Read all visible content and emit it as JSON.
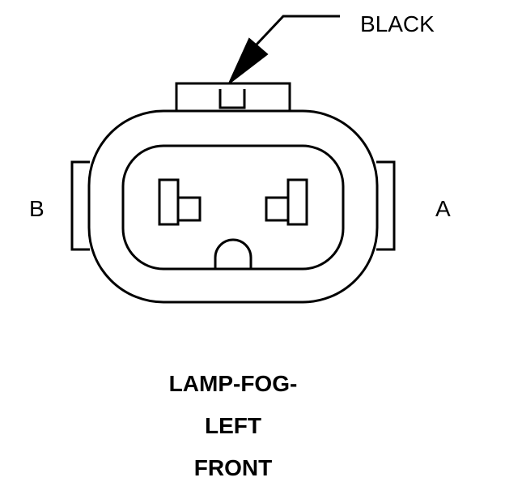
{
  "wire_color_label": "BLACK",
  "terminals": {
    "left": "B",
    "right": "A"
  },
  "connector_name": {
    "line1": "LAMP-FOG-",
    "line2": "LEFT",
    "line3": "FRONT"
  },
  "colors": {
    "stroke": "#000000",
    "background": "#ffffff"
  }
}
